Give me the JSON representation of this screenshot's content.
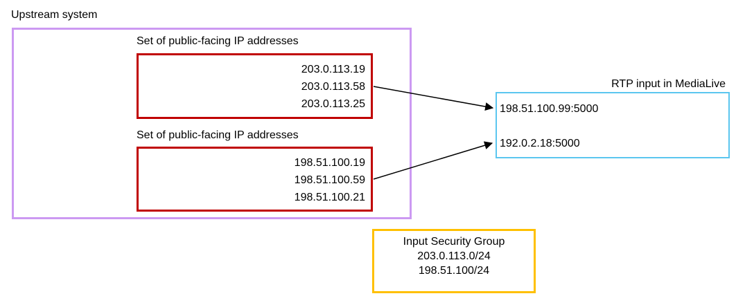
{
  "diagram": {
    "upstream": {
      "label": "Upstream system"
    },
    "ip_sets": [
      {
        "title": "Set of public-facing IP addresses",
        "ips": [
          "203.0.113.19",
          "203.0.113.58",
          "203.0.113.25"
        ]
      },
      {
        "title": "Set of public-facing IP addresses",
        "ips": [
          "198.51.100.19",
          "198.51.100.59",
          "198.51.100.21"
        ]
      }
    ],
    "medialive_input": {
      "title": "RTP input in MediaLive",
      "endpoints": [
        "198.51.100.99:5000",
        "192.0.2.18:5000"
      ]
    },
    "input_security_group": {
      "title": "Input Security Group",
      "cidrs": [
        "203.0.113.0/24",
        "198.51.100/24"
      ]
    },
    "colors": {
      "upstream_border": "#cc99f2",
      "ip_set_border": "#c00000",
      "medialive_border": "#5bc6ef",
      "security_group_border": "#ffc000",
      "arrow": "#000000",
      "text": "#000000"
    }
  }
}
